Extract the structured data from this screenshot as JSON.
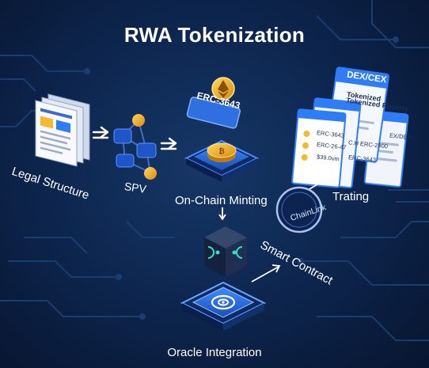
{
  "title": "RWA Tokenization",
  "nodes": {
    "legal_structure": "Legal Structure",
    "spv": "SPV",
    "on_chain_minting": "On-Chain Minting",
    "trading": "Trating",
    "smart_contract": "Smart Contract",
    "oracle_integration": "Oracle Integration"
  },
  "token_card": "ERC-3643",
  "oracle_badge": "ChainLink",
  "exchange": {
    "header": "DEX/CEX",
    "card_title_1": "Tokenized",
    "card_title_2": "Tokenized Poperty",
    "row_1": "ERC-3643",
    "row_2": "ERC-26-47",
    "row_3": "$39.0vm",
    "mid_1": "C.H ERC-2900",
    "mid_2": "ERC-3643",
    "right_1": "EX/DEX"
  },
  "icons": [
    "document-icon",
    "arrow-icon",
    "spv-network-icon",
    "ethereum-coin-icon",
    "token-coin-icon",
    "exchange-window-icon",
    "chainlink-icon",
    "cube-chip-icon",
    "oracle-chip-icon"
  ],
  "colors": {
    "background": "#0f2a55",
    "accent_blue": "#2f7df6",
    "gold": "#f5b92e",
    "text": "#ffffff",
    "circuit": "#1c3f72"
  }
}
